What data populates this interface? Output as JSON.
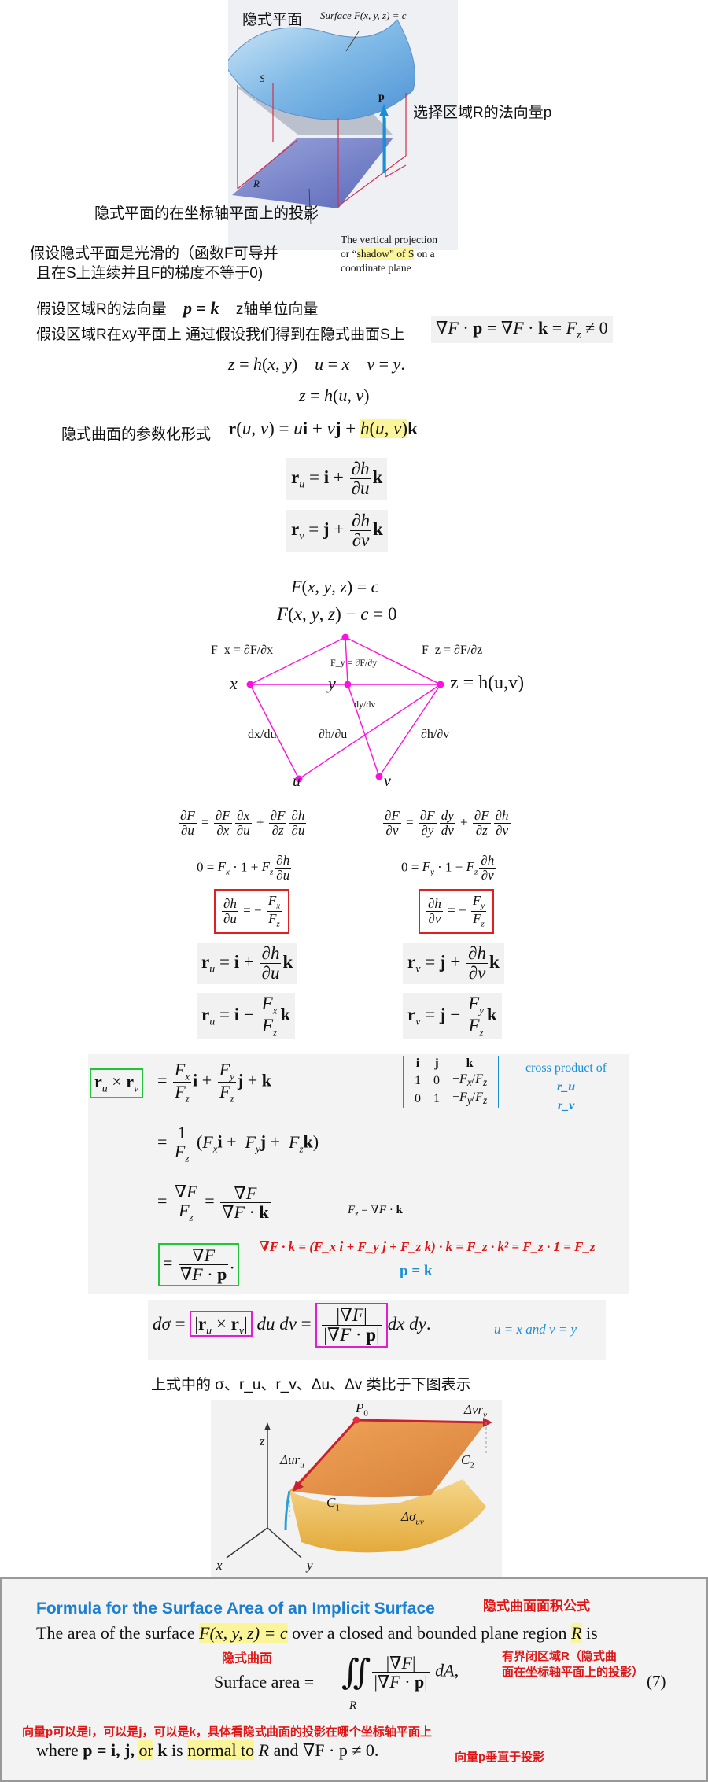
{
  "top_figure": {
    "label_implicit_surface": "隐式平面",
    "label_surface_eq": "Surface F(x, y, z) = c",
    "label_S": "S",
    "label_R": "R",
    "label_p": "p",
    "label_normal_region": "选择区域R的法向量p",
    "label_projection": "隐式平面的在坐标轴平面上的投影",
    "caption_line1": "The vertical projection",
    "caption_line2_pre": "or “",
    "caption_line2_hl": "shadow” of S",
    "caption_line2_post": " on a",
    "caption_line3": "coordinate plane"
  },
  "notes": {
    "smooth_line1": "假设隐式平面是光滑的（函数F可导并",
    "smooth_line2": "且在S上连续并且F的梯度不等于0)",
    "normal_vec": "假设区域R的法向量",
    "normal_eq": "p = k",
    "normal_unit": "z轴单位向量",
    "plane_assume": "假设区域R在xy平面上  通过假设我们得到在隐式曲面S上",
    "param_form": "隐式曲面的参数化形式"
  },
  "diagram": {
    "fx": "F_x = ∂F/∂x",
    "fz": "F_z = ∂F/∂z",
    "fy": "F_y = ∂F/∂y",
    "node_x": "x",
    "node_y": "y",
    "node_z": "z = h(u,v)",
    "node_u": "u",
    "node_v": "v",
    "dy_dv": "dy/dv",
    "dx_du": "dx/du",
    "dh_du": "∂h/∂u",
    "dh_dv": "∂h/∂v"
  },
  "cross": {
    "label1": "cross product of",
    "label2": "r_u",
    "label3": "r_v",
    "fz_def": "F_z = ∇F · k",
    "red_line": "∇F · k = (F_x i + F_y j + F_z k) · k = F_z · k² = F_z · 1 = F_z",
    "p_eq_k": "p = k",
    "uv_note": "u = x and v = y"
  },
  "analogy_text": "上式中的 σ、r_u、r_v、Δu、Δv 类比于下图表示",
  "bottom_figure": {
    "P0": "P",
    "P0_sub": "0",
    "dv_rv": "Δvr",
    "dv_rv_sub": "v",
    "du_ru": "Δur",
    "du_ru_sub": "u",
    "C1": "C",
    "C1_sub": "1",
    "C2": "C",
    "C2_sub": "2",
    "dsigma": "Δσ",
    "dsigma_sub": "uv",
    "axis_x": "x",
    "axis_y": "y",
    "axis_z": "z"
  },
  "formula_box": {
    "heading": "Formula for the Surface Area of an Implicit Surface",
    "heading_note": "隐式曲面面积公式",
    "line1_pre": "The area of the surface",
    "line1_eq": "F(x, y, z) = c",
    "line1_mid": "over a closed and bounded plane region",
    "line1_R": "R",
    "line1_post": "is",
    "note_implicit": "隐式曲面",
    "note_region1": "有界闭区域R（隐式曲",
    "note_region2": "面在坐标轴平面上的投影）",
    "area_label": "Surface area =",
    "eq_number": "(7)",
    "note_p": "向量p可以是i，可以是j，可以是k，具体看隐式曲面的投影在哪个坐标轴平面上",
    "where_pre": "where",
    "where_p": "p = i, j,",
    "where_or": "or",
    "where_k": "k",
    "where_is": "is",
    "where_normal": "normal to",
    "where_R": "R",
    "where_and": "and",
    "where_cond": "∇F · p ≠ 0.",
    "note_perp": "向量p垂直于投影"
  },
  "colors": {
    "accent_blue": "#1a8fd6",
    "heading_blue": "#1a7fd0",
    "note_red": "#e01515",
    "box_red": "#e02020",
    "box_green": "#22c53a",
    "box_magenta": "#e020d0",
    "diagram_magenta": "#ff10e0",
    "highlight": "#fbf59a"
  }
}
